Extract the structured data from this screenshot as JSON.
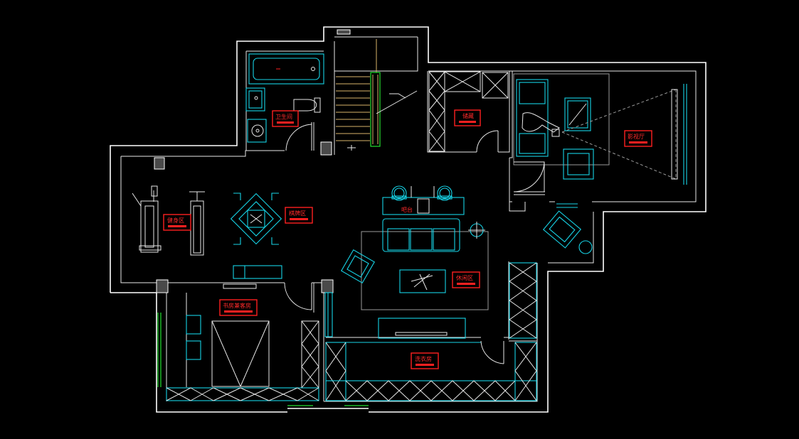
{
  "plan": {
    "labels": {
      "bathroom": "卫生间",
      "storage": "储藏",
      "av_room": "影视厅",
      "fitness": "健身区",
      "chess": "棋牌区",
      "bar": "吧台",
      "leisure": "休闲区",
      "study": "书房兼客房",
      "laundry": "洗衣房"
    },
    "colors": {
      "background": "#000000",
      "wall": "#ffffff",
      "furniture": "#17d3e6",
      "label": "#ff2020",
      "window": "#22e030",
      "stair": "#d8b46a"
    }
  }
}
